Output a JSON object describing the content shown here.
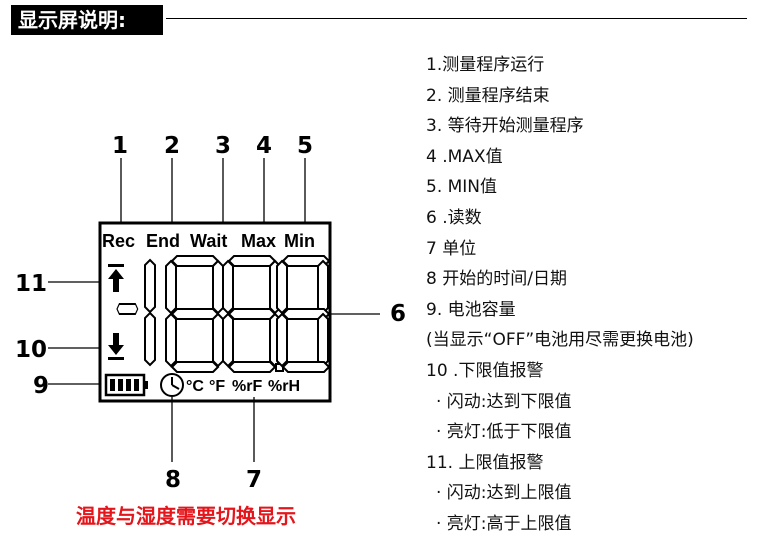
{
  "header": {
    "title": "显示屏说明:"
  },
  "lcd": {
    "labels": [
      "Rec",
      "End",
      "Wait",
      "Max",
      "Min"
    ],
    "units": [
      "°C",
      "°F",
      "%rF",
      "%rH"
    ],
    "digits": "-188.8"
  },
  "callouts": [
    "1",
    "2",
    "3",
    "4",
    "5",
    "6",
    "7",
    "8",
    "9",
    "10",
    "11"
  ],
  "caption": "温度与湿度需要切换显示",
  "legend": [
    "1.测量程序运行",
    "2. 测量程序结束",
    "3. 等待开始测量程序",
    "4 .MAX值",
    "5. MIN值",
    "6 .读数",
    "7 单位",
    "8 开始的时间/日期",
    "9. 电池容量",
    "(当显示“OFF”电池用尽需更换电池)",
    "10 .下限值报警",
    "· 闪动:达到下限值",
    "· 亮灯:低于下限值",
    "11. 上限值报警",
    "· 闪动:达到上限值",
    "· 亮灯:高于上限值"
  ]
}
